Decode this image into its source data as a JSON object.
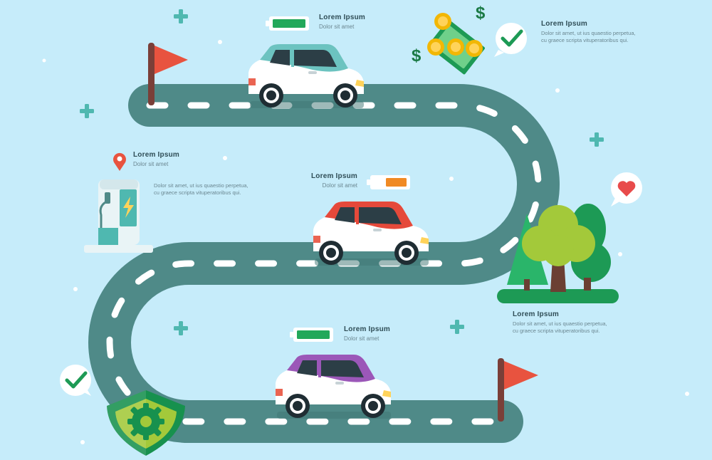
{
  "labels": {
    "top_car": {
      "title": "Lorem Ipsum",
      "sub": "Dolor sit amet"
    },
    "money": {
      "title": "Lorem Ipsum",
      "body": "Dolor sit amet, ut ius quaestio perpetua, cu graece scripta vituperatoribus qui."
    },
    "station": {
      "title": "Lorem Ipsum",
      "sub": "Dolor sit amet",
      "body": "Dolor sit amet, ut ius quaestio perpetua, cu graece scripta vituperatoribus qui."
    },
    "mid_car": {
      "title": "Lorem Ipsum",
      "sub": "Dolor sit amet"
    },
    "trees": {
      "title": "Lorem Ipsum",
      "body": "Dolor sit amet, ut ius quaestio perpetua, cu graece scripta vituperatoribus qui."
    },
    "bottom_car": {
      "title": "Lorem Ipsum",
      "sub": "Dolor sit amet"
    }
  },
  "colors": {
    "background": "#c6ecfa",
    "road": "#4f8a88",
    "dash": "#ffffff",
    "flag": "#e8533f",
    "car_teal": "#6cc3c0",
    "car_red": "#e5493a",
    "car_purple": "#9b57b8",
    "battery_full": "#22a85a",
    "battery_low": "#f08a24",
    "tree_light": "#a3c93a",
    "tree_dark": "#1d9a55",
    "shield": "#17914e",
    "heart": "#e84b4b"
  },
  "icons": [
    "flag-icon",
    "battery-icon",
    "money-icon",
    "check-icon",
    "location-pin-icon",
    "charging-station-icon",
    "heart-icon",
    "shield-gear-icon",
    "plus-icon"
  ],
  "batteries": {
    "top_car": 1.0,
    "mid_car": 0.55,
    "bottom_car": 1.0
  }
}
